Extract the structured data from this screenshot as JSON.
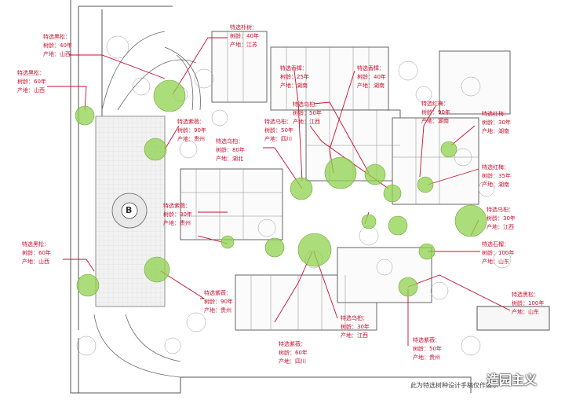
{
  "colors": {
    "label": "#c8102e",
    "tree": "#8fd14f",
    "leader": "#c8102e",
    "line": "#555555"
  },
  "labels": [
    {
      "name": "特选黑松：",
      "age": "树龄：40年",
      "origin": "产地：山西"
    },
    {
      "name": "特选黑松：",
      "age": "树龄：60年",
      "origin": "产地：山西"
    },
    {
      "name": "特选朴树：",
      "age": "树龄：40年",
      "origin": "产地：江苏"
    },
    {
      "name": "特选香樟：",
      "age": "树龄：25年",
      "origin": "产地：湖南"
    },
    {
      "name": "特选香樟：",
      "age": "树龄：40年",
      "origin": "产地：湖南"
    },
    {
      "name": "特选乌桕：",
      "age": "树龄：50年",
      "origin": "产地：江西"
    },
    {
      "name": "特选乌桕：",
      "age": "树龄：50年",
      "origin": "产地：四川"
    },
    {
      "name": "特选红梅：",
      "age": "树龄：90年",
      "origin": "产地：湖南"
    },
    {
      "name": "特选红梅：",
      "age": "树龄：30年",
      "origin": "产地：湖南"
    },
    {
      "name": "特选紫薇：",
      "age": "树龄：90年",
      "origin": "产地：贵州"
    },
    {
      "name": "特选乌桕：",
      "age": "树龄：80年",
      "origin": "产地：湖北"
    },
    {
      "name": "特选红梅：",
      "age": "树龄：35年",
      "origin": "产地：湖南"
    },
    {
      "name": "特选紫薇：",
      "age": "树龄：30年",
      "origin": "产地：贵州"
    },
    {
      "name": "特选乌桕：",
      "age": "树龄：30年",
      "origin": "产地：江西"
    },
    {
      "name": "特选黑松：",
      "age": "树龄：60年",
      "origin": "产地：山西"
    },
    {
      "name": "特选石榴：",
      "age": "树龄：100年",
      "origin": "产地：山东"
    },
    {
      "name": "特选紫薇：",
      "age": "树龄：90年",
      "origin": "产地：贵州"
    },
    {
      "name": "特选黑松：",
      "age": "树龄：100年",
      "origin": "产地：山东"
    },
    {
      "name": "特选乌桕：",
      "age": "树龄：30年",
      "origin": "产地：江西"
    },
    {
      "name": "特选紫薇：",
      "age": "树龄：60年",
      "origin": "产地：四川"
    },
    {
      "name": "特选紫薇：",
      "age": "树龄：50年",
      "origin": "产地：贵州"
    }
  ],
  "footer": "此为特选树种设计手稿仅作展示",
  "brand": "造园主义",
  "plan_marker": "B"
}
